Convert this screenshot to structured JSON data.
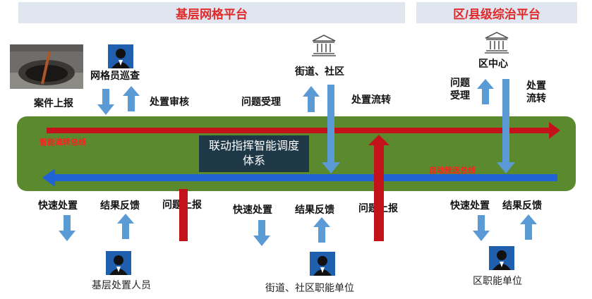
{
  "headers": {
    "grid_platform": "基层网格平台",
    "district_platform": "区/县级综治平台"
  },
  "labels": {
    "grid_patrol": "网格员巡查",
    "case_report": "案件上报",
    "handling_review": "处置审核",
    "street_community": "街道、社区",
    "issue_accept": "问题受理",
    "handling_flow": "处置流转",
    "district_center": "区中心",
    "issue_accept_district": "问题\n受理",
    "handling_flow_district": "处置\n流转",
    "quick_handle_1": "快速处置",
    "result_feedback_1": "结果反馈",
    "issue_report_1": "问题上报",
    "quick_handle_2": "快速处置",
    "result_feedback_2": "结果反馈",
    "issue_report_2": "问题上报",
    "quick_handle_3": "快速处置",
    "result_feedback_3": "结果反馈",
    "grassroots_staff": "基层处置人员",
    "street_units": "街道、社区职能单位",
    "district_units": "区职能单位"
  },
  "bus": {
    "smart_flow_bus": "智能流转总线",
    "auto_push_bus": "自动推送总线",
    "center_box": "联动指挥智能调度体系"
  },
  "colors": {
    "header_bg": "#dfe6f0",
    "header_text": "#e02a2a",
    "bus_green": "#5b8a2e",
    "red_arrow": "#c4121a",
    "blue_arrow": "#1f63d6",
    "light_blue_arrow": "#5b9bd5",
    "center_box_bg": "#1f3848"
  },
  "icons": [
    "person-icon",
    "government-building-icon",
    "manhole-photo"
  ]
}
